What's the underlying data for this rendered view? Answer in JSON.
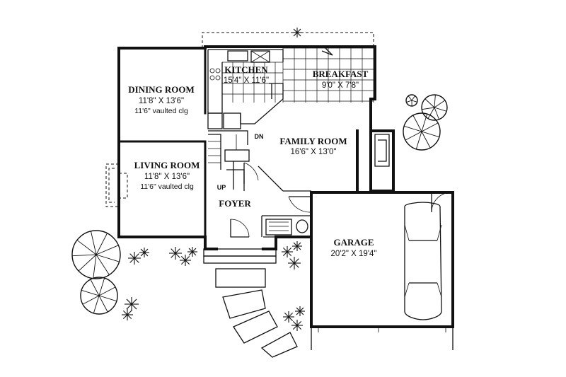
{
  "rooms": {
    "dining": {
      "name": "DINING ROOM",
      "dims": "11'8\" X 13'6\"",
      "note": "11'6\" vaulted clg"
    },
    "living": {
      "name": "LIVING ROOM",
      "dims": "11'8\" X 13'6\"",
      "note": "11'6\" vaulted clg"
    },
    "kitchen": {
      "name": "KITCHEN",
      "dims": "15'4\" X 11'6\""
    },
    "breakfast": {
      "name": "BREAKFAST",
      "dims": "9'0\" X 7'8\""
    },
    "family": {
      "name": "FAMILY ROOM",
      "dims": "16'6\" X 13'0\""
    },
    "foyer": {
      "name": "FOYER"
    },
    "garage": {
      "name": "GARAGE",
      "dims": "20'2\" X 19'4\""
    }
  },
  "stairs": {
    "down": "DN",
    "up": "UP"
  }
}
